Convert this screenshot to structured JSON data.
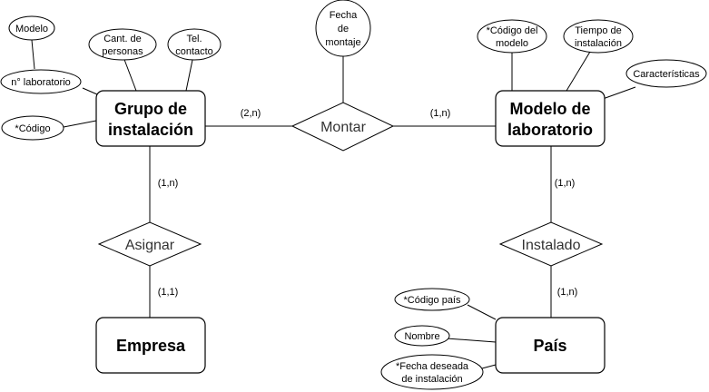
{
  "entities": {
    "grupo": [
      "Grupo de",
      "instalación"
    ],
    "modelo": [
      "Modelo de",
      "laboratorio"
    ],
    "empresa": [
      "Empresa"
    ],
    "pais": [
      "País"
    ]
  },
  "relationships": {
    "montar": "Montar",
    "asignar": "Asignar",
    "instalado": "Instalado"
  },
  "attributes": {
    "modelo": [
      "Modelo"
    ],
    "cant_personas": [
      "Cant. de",
      "personas"
    ],
    "tel_contacto": [
      "Tel.",
      "contacto"
    ],
    "n_laboratorio": [
      "n° laboratorio"
    ],
    "codigo": [
      "*Código"
    ],
    "fecha_montaje": [
      "Fecha",
      "de",
      "montaje"
    ],
    "codigo_modelo": [
      "*Código del",
      "modelo"
    ],
    "tiempo_instalacion": [
      "Tiempo de",
      "instalación"
    ],
    "caracteristicas": [
      "Características"
    ],
    "codigo_pais": [
      "*Código país"
    ],
    "nombre": [
      "Nombre"
    ],
    "fecha_deseada": [
      "*Fecha deseada",
      "de instalación"
    ]
  },
  "cardinalities": {
    "grupo_montar": "(2,n)",
    "montar_modelo": "(1,n)",
    "grupo_asignar": "(1,n)",
    "asignar_empresa": "(1,1)",
    "modelo_instalado": "(1,n)",
    "instalado_pais": "(1,n)"
  }
}
